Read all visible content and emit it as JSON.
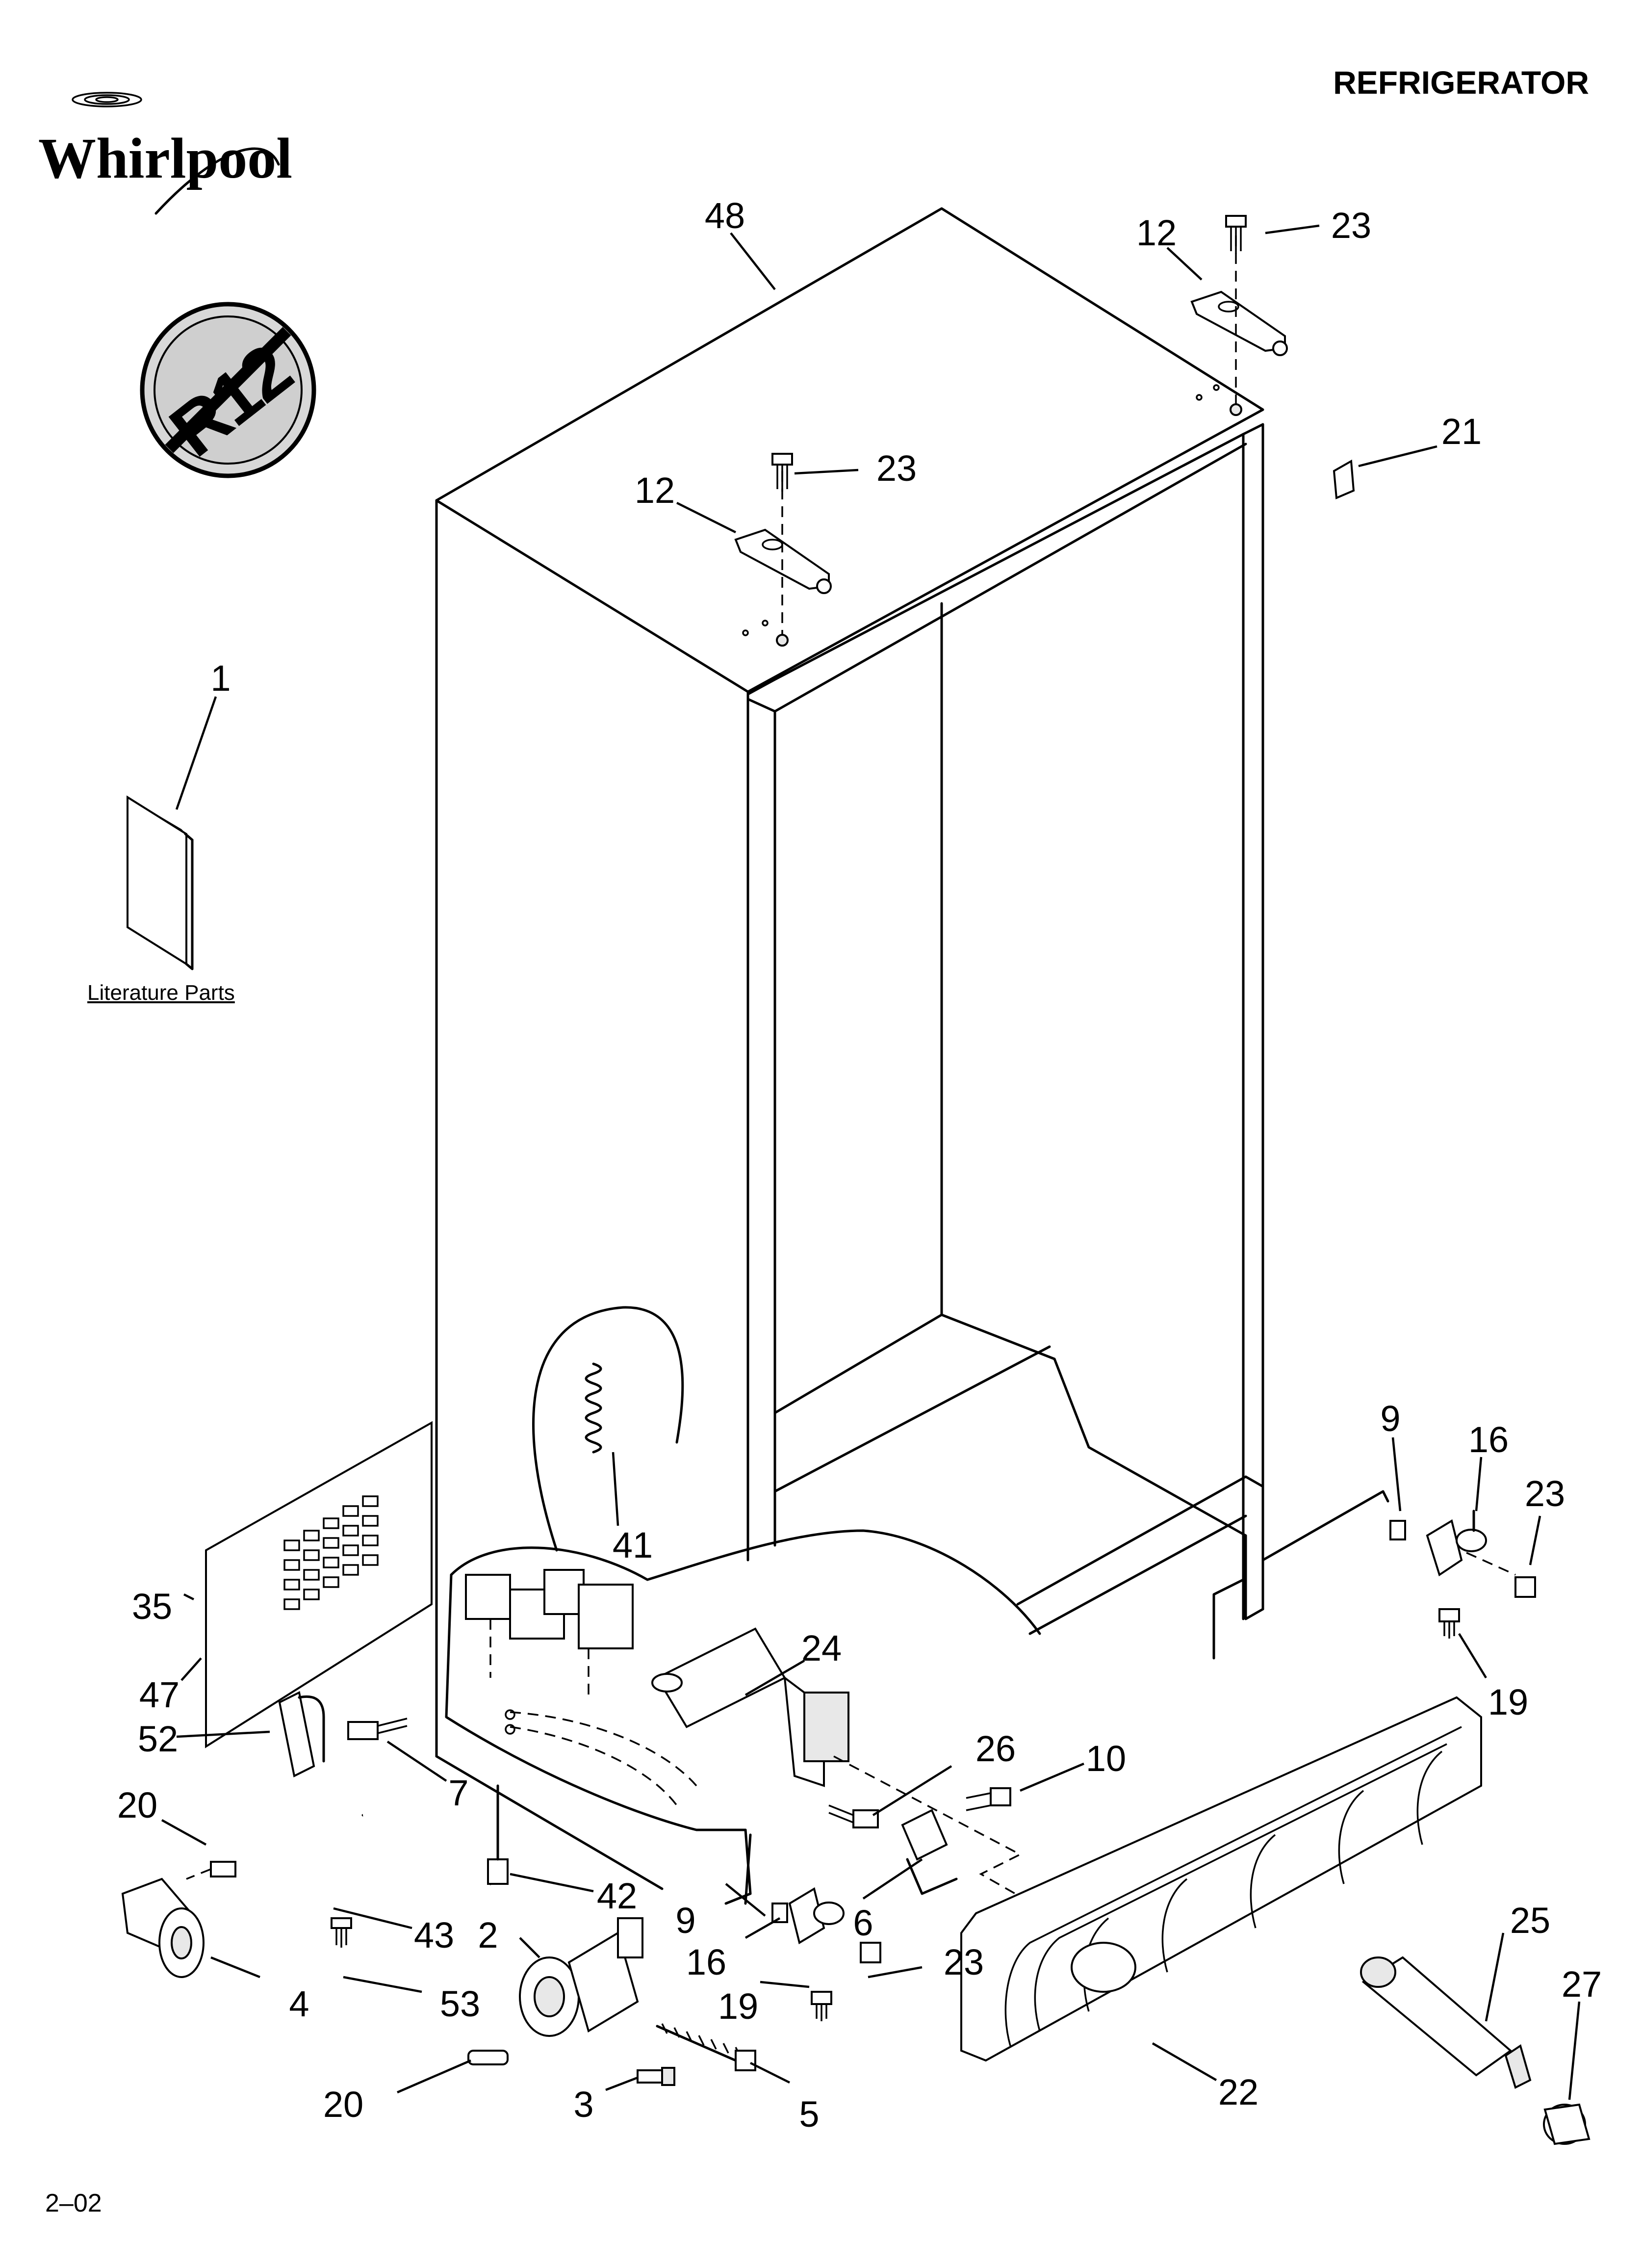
{
  "brand": "Whirlpool",
  "header": {
    "title": "REFRIGERATOR"
  },
  "r12_badge": "R12",
  "literature_label": "Literature Parts",
  "footer": "2–02",
  "callouts": [
    {
      "id": "c48",
      "label": "48"
    },
    {
      "id": "c12a",
      "label": "12"
    },
    {
      "id": "c23a",
      "label": "23"
    },
    {
      "id": "c21",
      "label": "21"
    },
    {
      "id": "c12b",
      "label": "12"
    },
    {
      "id": "c23b",
      "label": "23"
    },
    {
      "id": "c1",
      "label": "1"
    },
    {
      "id": "c9a",
      "label": "9"
    },
    {
      "id": "c16a",
      "label": "16"
    },
    {
      "id": "c23c",
      "label": "23"
    },
    {
      "id": "c19a",
      "label": "19"
    },
    {
      "id": "c35",
      "label": "35"
    },
    {
      "id": "c41",
      "label": "41"
    },
    {
      "id": "c24",
      "label": "24"
    },
    {
      "id": "c47",
      "label": "47"
    },
    {
      "id": "c52",
      "label": "52"
    },
    {
      "id": "c7",
      "label": "7"
    },
    {
      "id": "c26",
      "label": "26"
    },
    {
      "id": "c10",
      "label": "10"
    },
    {
      "id": "c20a",
      "label": "20"
    },
    {
      "id": "c42",
      "label": "42"
    },
    {
      "id": "c43",
      "label": "43"
    },
    {
      "id": "c2",
      "label": "2"
    },
    {
      "id": "c9b",
      "label": "9"
    },
    {
      "id": "c6",
      "label": "6"
    },
    {
      "id": "c25",
      "label": "25"
    },
    {
      "id": "c27",
      "label": "27"
    },
    {
      "id": "c4",
      "label": "4"
    },
    {
      "id": "c53",
      "label": "53"
    },
    {
      "id": "c16b",
      "label": "16"
    },
    {
      "id": "c23d",
      "label": "23"
    },
    {
      "id": "c19b",
      "label": "19"
    },
    {
      "id": "c20b",
      "label": "20"
    },
    {
      "id": "c3",
      "label": "3"
    },
    {
      "id": "c5",
      "label": "5"
    },
    {
      "id": "c22",
      "label": "22"
    }
  ]
}
